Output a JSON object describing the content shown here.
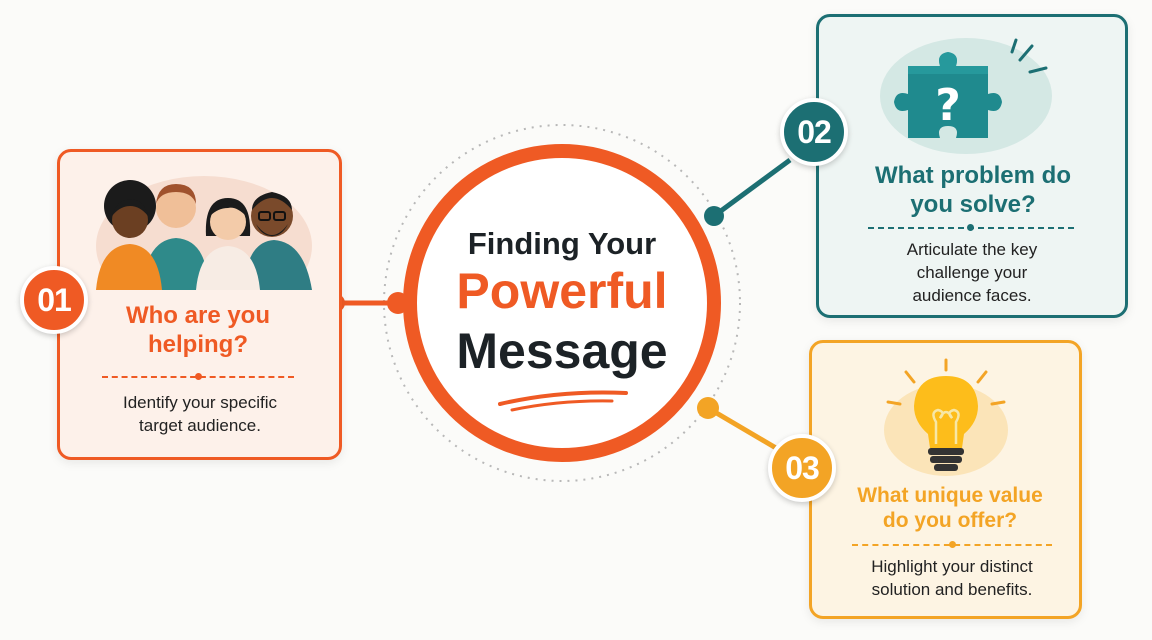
{
  "center": {
    "line1": "Finding Your",
    "line2": "Powerful",
    "line3": "Message"
  },
  "steps": [
    {
      "number": "01",
      "title": "Who are you helping?",
      "description": "Identify your specific target audience.",
      "illustration": "people-group-icon",
      "color": "#ef5a24"
    },
    {
      "number": "02",
      "title": "What problem do you solve?",
      "description": "Articulate the key challenge your audience faces.",
      "illustration": "puzzle-question-icon",
      "color": "#1c6f73"
    },
    {
      "number": "03",
      "title": "What unique value do you offer?",
      "description": "Highlight your distinct solution and benefits.",
      "illustration": "lightbulb-icon",
      "color": "#f3a425"
    }
  ],
  "colors": {
    "orange": "#ef5a24",
    "teal": "#1c6f73",
    "amber": "#f3a425",
    "dark": "#1c2226"
  }
}
